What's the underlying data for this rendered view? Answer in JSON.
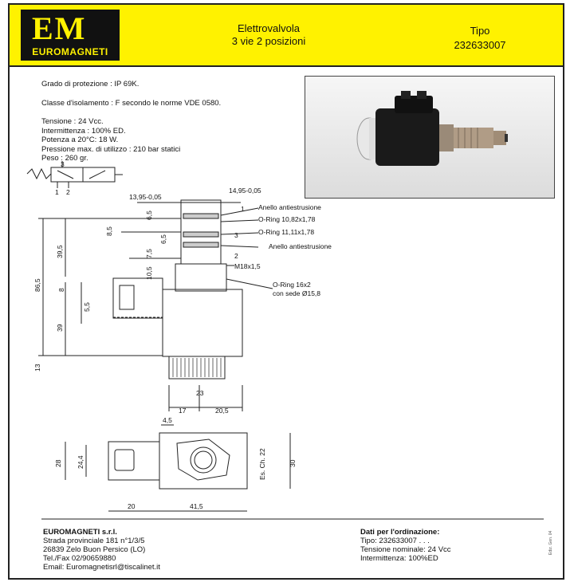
{
  "header": {
    "logo_text": "EUROMAGNETI",
    "title_line1": "Elettrovalvola",
    "title_line2": "3 vie 2 posizioni",
    "tipo_label": "Tipo",
    "tipo_value": "232633007"
  },
  "specs": [
    "Grado di protezione  : IP 69K.",
    "Classe d'isolamento  : F secondo le norme VDE 0580.",
    "Tensione : 24 Vcc.",
    "Intermittenza : 100% ED.",
    "Potenza  a 20°C: 18 W.",
    "Pressione max. di utilizzo   : 210 bar statici",
    "Peso : 260 gr."
  ],
  "drawing": {
    "symbol_ports": [
      "3",
      "1",
      "2"
    ],
    "dims": {
      "d1": "13,95-0,05",
      "d2": "14,95-0,05",
      "d3": "8,5",
      "d4": "6,5",
      "d5": "39,5",
      "d6": "86,5",
      "d7": "7,5",
      "d8": "6,5",
      "d9": "10,5",
      "d10": "8",
      "d11": "5,5",
      "d12": "39",
      "d13": "13",
      "d14": "23",
      "d15": "17",
      "d16": "20,5",
      "d17": "4,5",
      "d18": "28",
      "d19": "24,4",
      "d20": "Es. Ch. 22",
      "d21": "30",
      "d22": "20",
      "d23": "41,5"
    },
    "port_labels": [
      "1",
      "3",
      "2"
    ],
    "callouts": [
      "Anello antiestrusione",
      "O-Ring 10,82x1,78",
      "O-Ring 11,11x1,78",
      "Anello antiestrusione",
      "M18x1,5",
      "O-Ring 16x2",
      "con sede Ø15,8"
    ]
  },
  "footer": {
    "company": "EUROMAGNETI s.r.l.",
    "address1": "Strada provinciale 181 n°1/3/5",
    "address2": "26839 Zelo Buon Persico (LO)",
    "phone": "Tel./Fax 02/90659880",
    "email": "Email: Euromagnetisrl@tiscalinet.it",
    "order_title": "Dati per l'ordinazione:",
    "order_tipo": "Tipo: 232633007 . . .",
    "order_voltage": "Tensione nominale: 24 Vcc",
    "order_duty": "Intermittenza: 100%ED",
    "stamp": "Ediz. Gen. 04"
  },
  "colors": {
    "header_bg": "#fff200",
    "logo_bg": "#111111"
  }
}
